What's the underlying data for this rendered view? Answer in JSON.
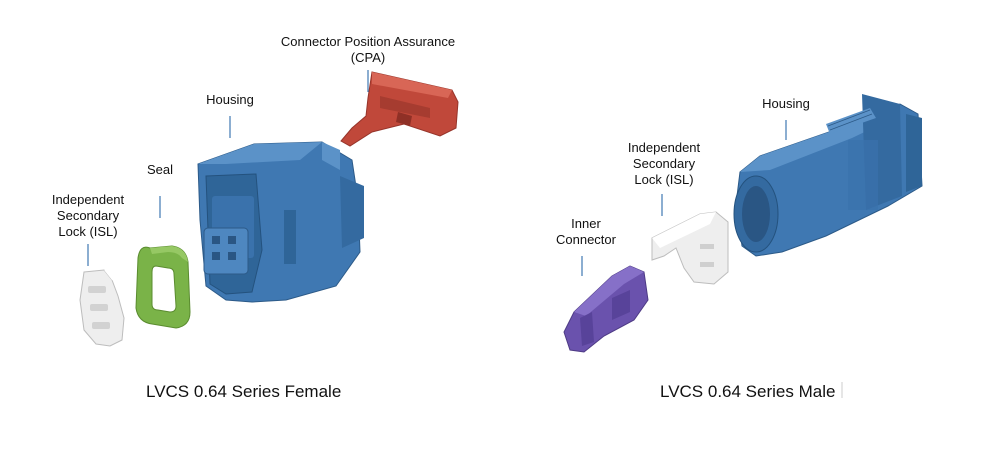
{
  "female": {
    "caption": "LVCS 0.64 Series Female",
    "labels": {
      "cpa_line1": "Connector Position Assurance",
      "cpa_line2": "(CPA)",
      "housing": "Housing",
      "seal": "Seal",
      "isl_line1": "Independent",
      "isl_line2": "Secondary",
      "isl_line3": "Lock (ISL)"
    }
  },
  "male": {
    "caption": "LVCS 0.64 Series Male",
    "labels": {
      "housing": "Housing",
      "isl_line1": "Independent",
      "isl_line2": "Secondary",
      "isl_line3": "Lock (ISL)",
      "inner_line1": "Inner",
      "inner_line2": "Connector"
    }
  },
  "colors": {
    "housing_blue": "#3f78b2",
    "cpa_red": "#c0483a",
    "seal_green": "#7ab348",
    "isl_white": "#eeeeee",
    "inner_purple": "#6a52ad",
    "leader_line": "#3f78b2"
  }
}
